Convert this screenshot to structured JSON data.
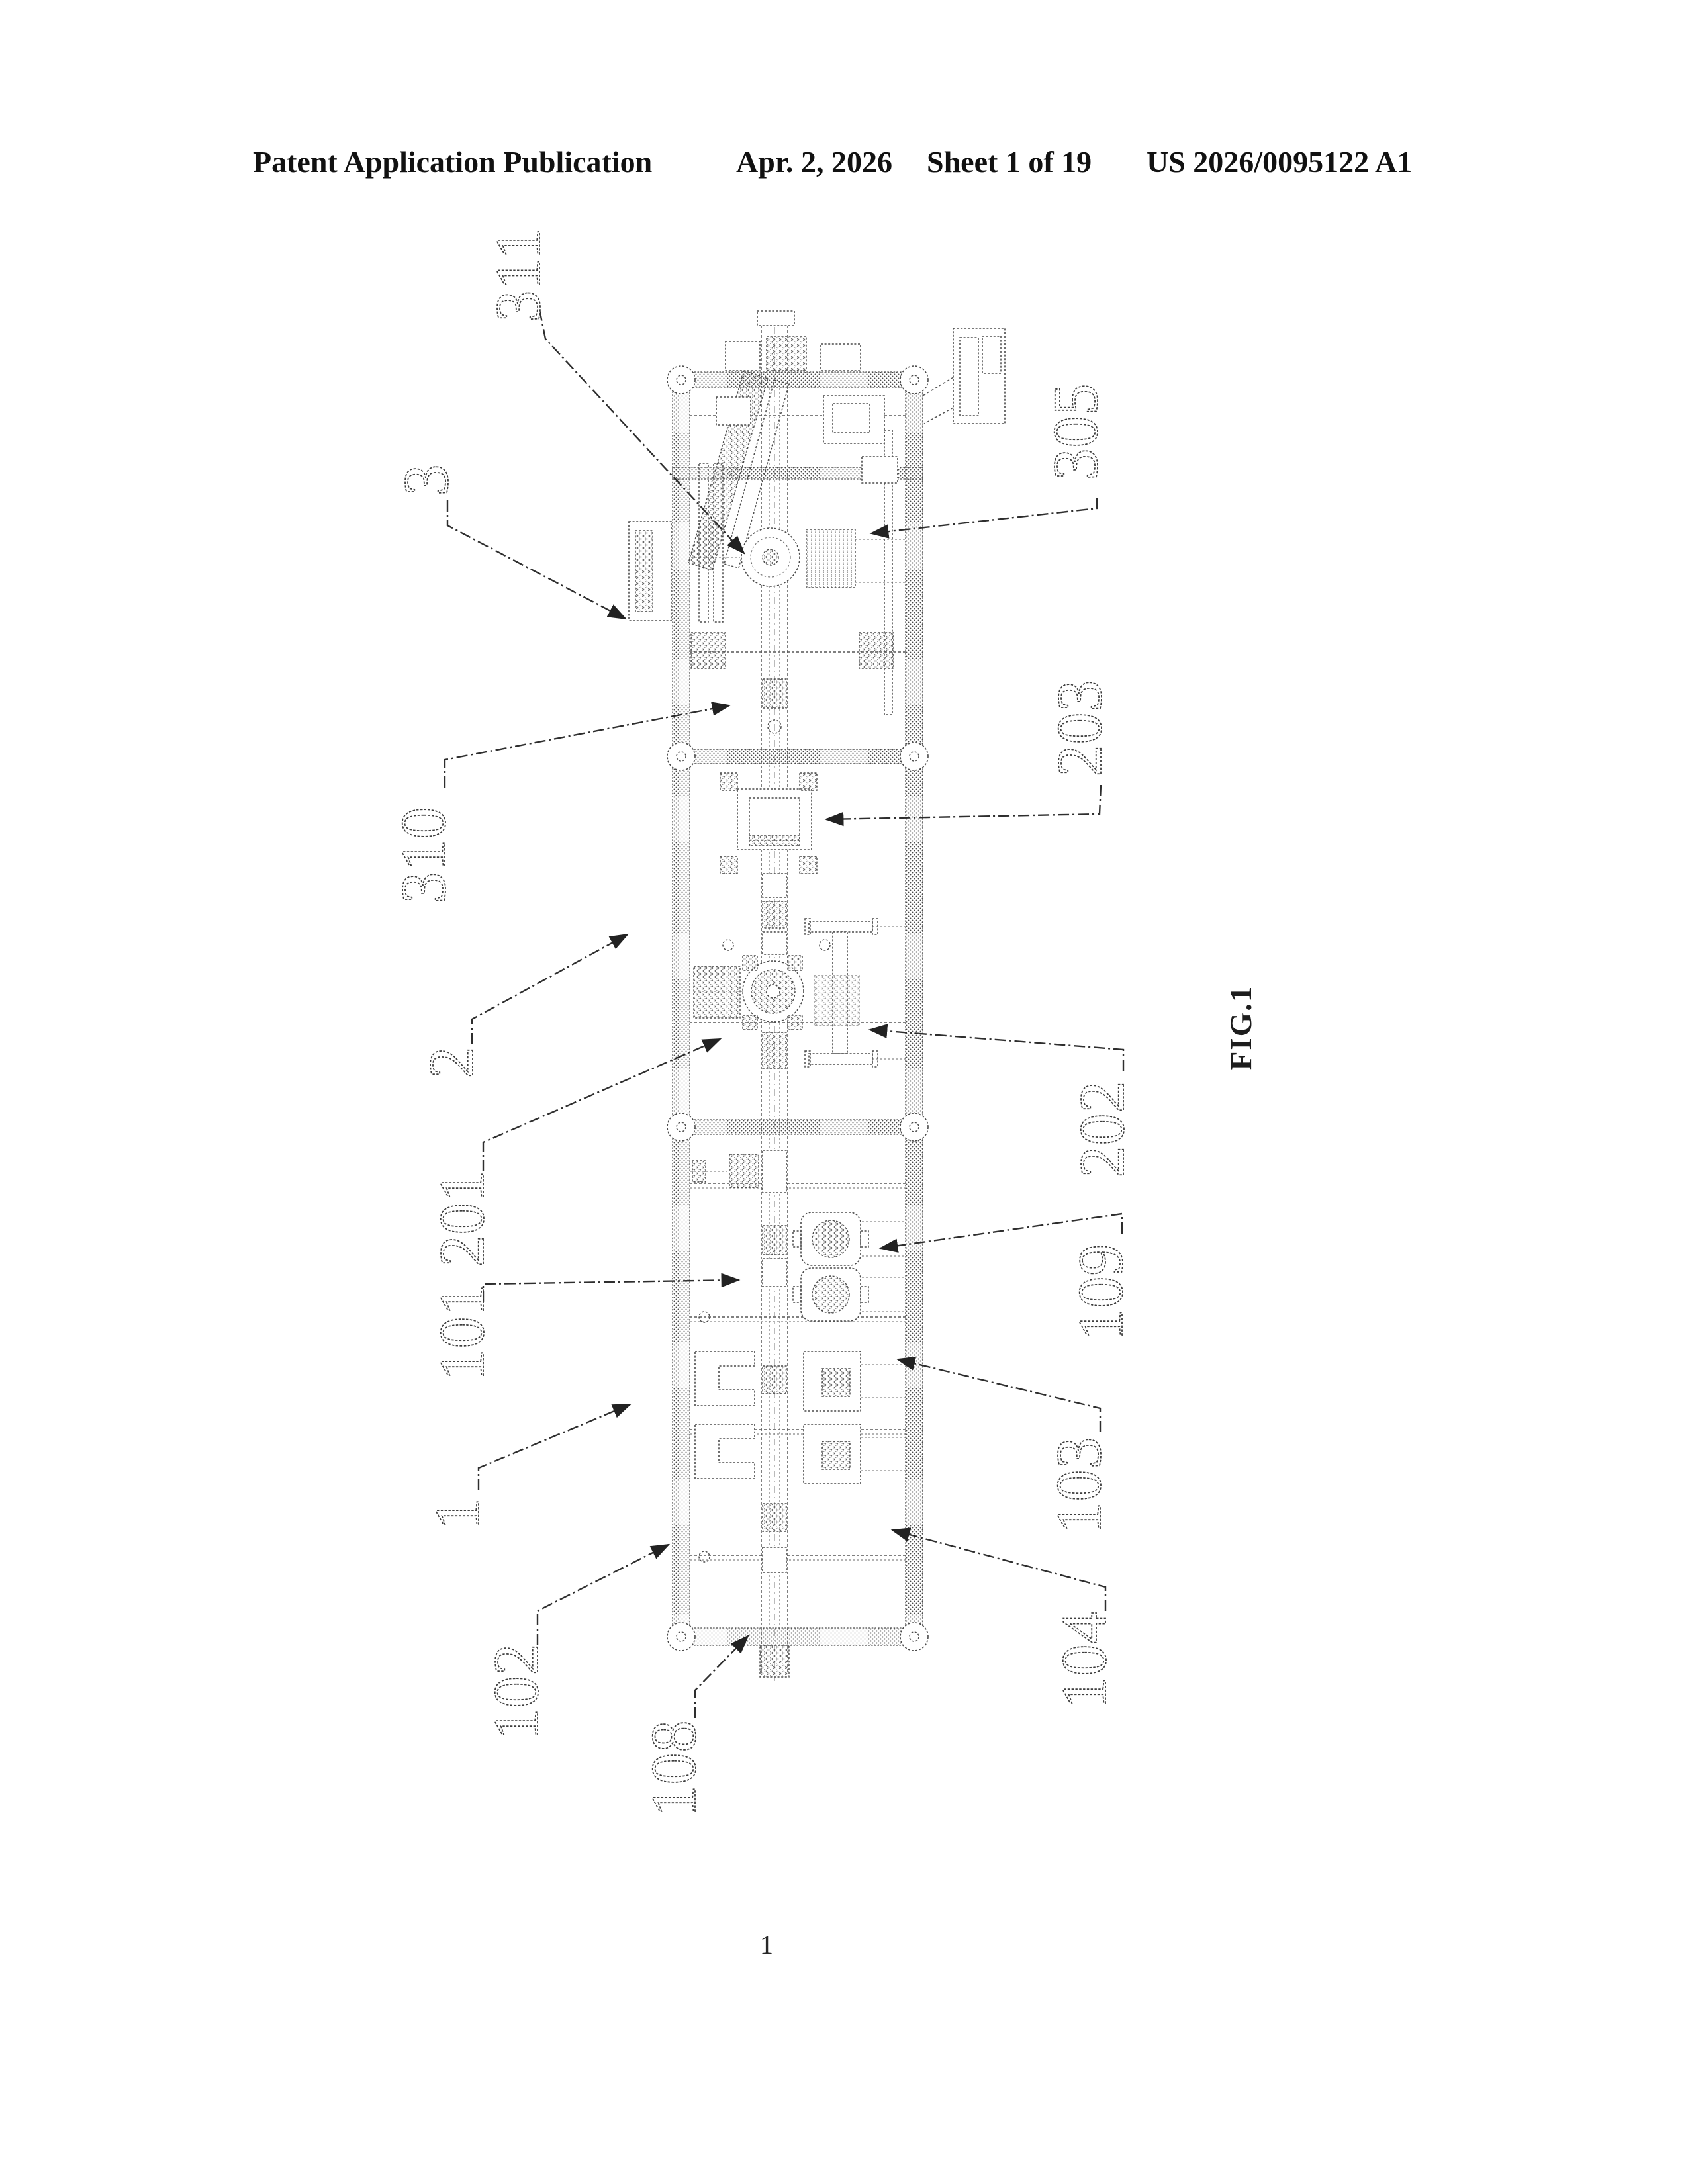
{
  "header": {
    "publication": "Patent Application Publication",
    "date": "Apr. 2, 2026",
    "sheet": "Sheet 1 of 19",
    "patent_number": "US 2026/0095122 A1"
  },
  "figure": {
    "caption": "FIG.1",
    "page_number": "1",
    "reference_labels": {
      "l311": "311",
      "l3": "3",
      "l305": "305",
      "l203": "203",
      "l310": "310",
      "l2": "2",
      "l201": "201",
      "l202": "202",
      "l101": "101",
      "l109": "109",
      "l1": "1",
      "l103": "103",
      "l104": "104",
      "l102": "102",
      "l108": "108"
    }
  },
  "colors": {
    "paper": "#ffffff",
    "ink": "#3d3d3d"
  }
}
